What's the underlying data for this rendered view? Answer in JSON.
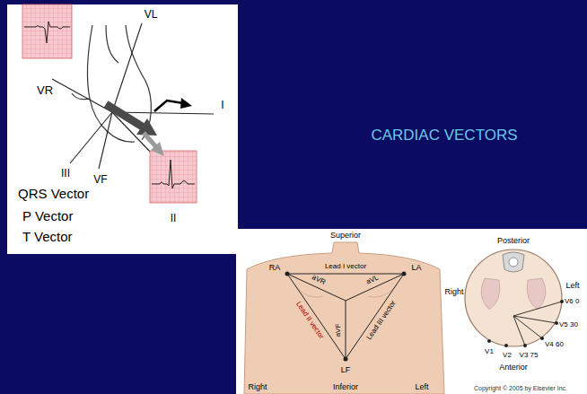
{
  "diagram": {
    "title": "CARDIAC VECTORS",
    "labels": [
      "VR",
      "VL",
      "I",
      "III",
      "VF",
      "II",
      "QRS Vector",
      "P Vector",
      "T Vector",
      "Superior",
      "RA",
      "LA",
      "Lead I vector",
      "aVR",
      "aVL",
      "aVF",
      "Lead II vector",
      "Lead III vector",
      "LF",
      "Right",
      "Inferior",
      "Left",
      "Posterior",
      "Right",
      "Left",
      "V6 0",
      "V5 30",
      "V4 60",
      "V3 75",
      "V1",
      "V2",
      "Anterior",
      "Copyright © 2005 by Elsevier Inc."
    ]
  }
}
